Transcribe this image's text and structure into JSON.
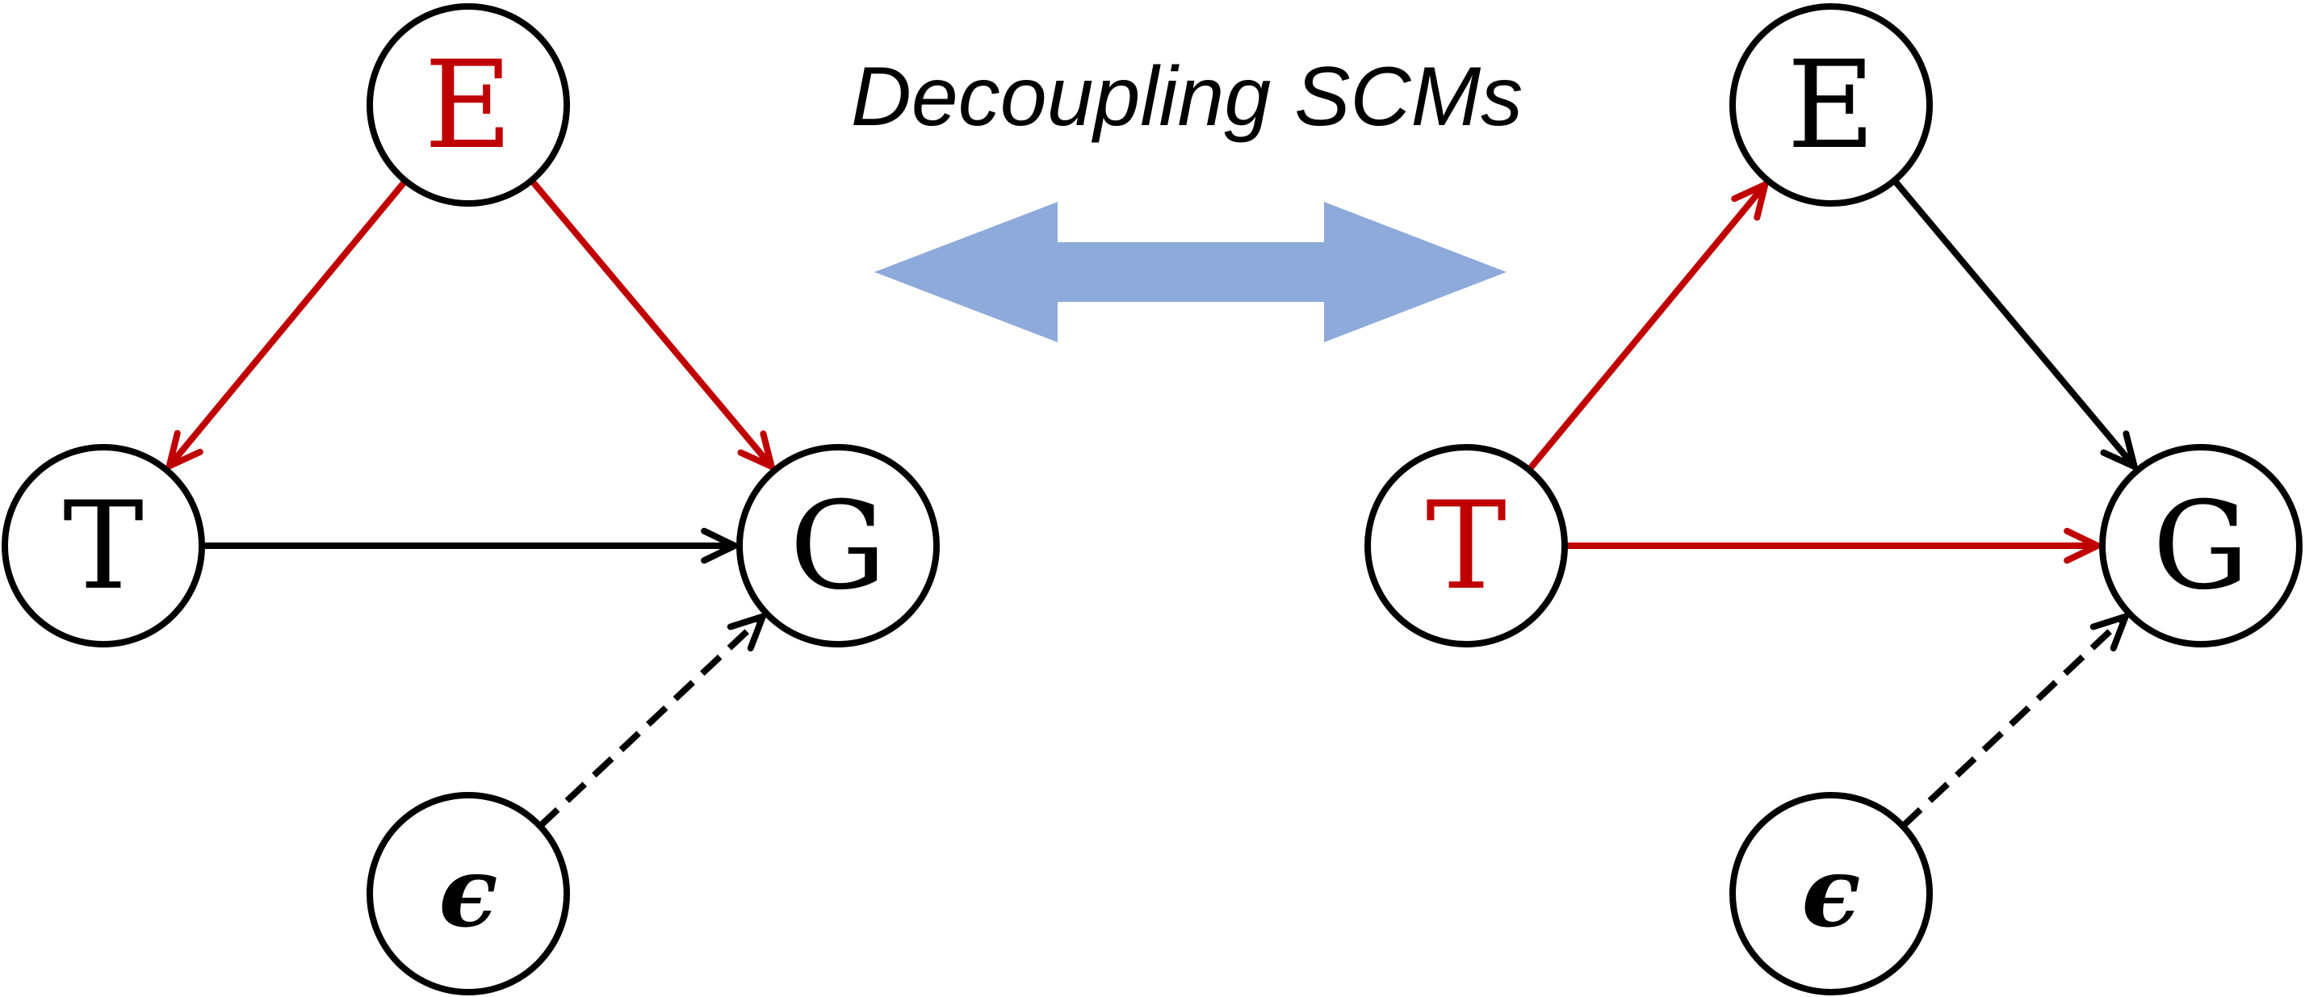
{
  "title": "Decoupling SCMs",
  "colors": {
    "red": "#c00000",
    "black": "#000000",
    "arrow_fill": "#8eaadb"
  },
  "diagrams": [
    {
      "nodes": [
        {
          "id": "E",
          "label": "E",
          "color": "red"
        },
        {
          "id": "T",
          "label": "T",
          "color": "black"
        },
        {
          "id": "G",
          "label": "G",
          "color": "black"
        },
        {
          "id": "eps",
          "label": "ϵ",
          "color": "black"
        }
      ],
      "edges": [
        {
          "from": "E",
          "to": "T",
          "color": "red",
          "style": "solid"
        },
        {
          "from": "E",
          "to": "G",
          "color": "red",
          "style": "solid"
        },
        {
          "from": "T",
          "to": "G",
          "color": "black",
          "style": "solid"
        },
        {
          "from": "eps",
          "to": "G",
          "color": "black",
          "style": "dashed"
        }
      ]
    },
    {
      "nodes": [
        {
          "id": "E",
          "label": "E",
          "color": "black"
        },
        {
          "id": "T",
          "label": "T",
          "color": "red"
        },
        {
          "id": "G",
          "label": "G",
          "color": "black"
        },
        {
          "id": "eps",
          "label": "ϵ",
          "color": "black"
        }
      ],
      "edges": [
        {
          "from": "T",
          "to": "E",
          "color": "red",
          "style": "solid"
        },
        {
          "from": "E",
          "to": "G",
          "color": "black",
          "style": "solid"
        },
        {
          "from": "T",
          "to": "G",
          "color": "red",
          "style": "solid"
        },
        {
          "from": "eps",
          "to": "G",
          "color": "black",
          "style": "dashed"
        }
      ]
    }
  ]
}
